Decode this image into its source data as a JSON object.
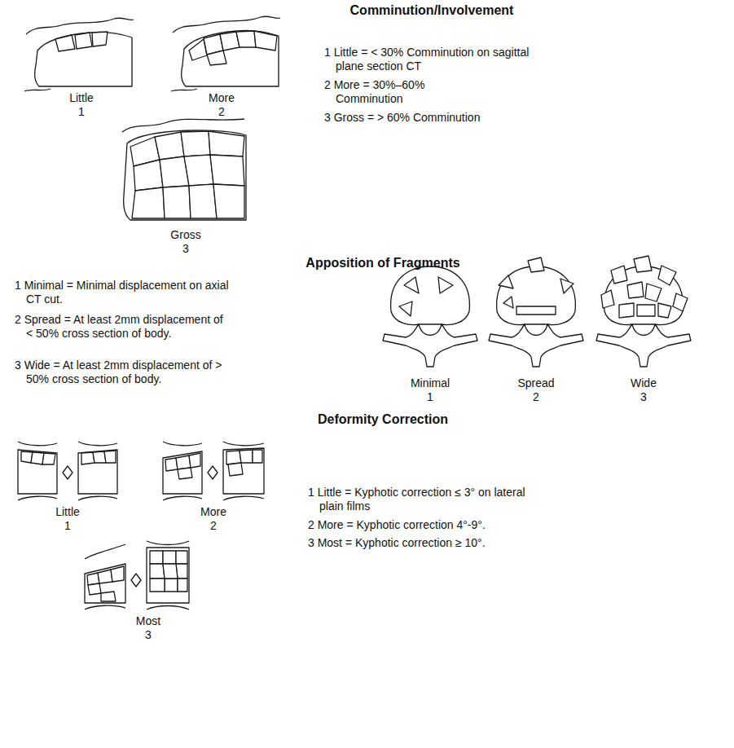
{
  "diagram": {
    "labels": [
      "Comminution/Involvement",
      "Little",
      "1",
      "More",
      "2",
      "Gross",
      "3",
      "1 Little = < 30% Comminution on sagittal plane section CT",
      "2 More = 30%–60% Comminution",
      "3 Gross = > 60% Comminution",
      "Apposition of Fragments",
      "1 Minimal = Minimal displacement on axial CT cut.",
      "2 Spread = At least 2mm displacement of < 50% cross section of body.",
      "3 Wide = At least 2mm displacement of > 50% cross section of body.",
      "Minimal",
      "1",
      "Spread",
      "2",
      "Wide",
      "3",
      "Deformity Correction",
      "Little",
      "1",
      "More",
      "2",
      "Most",
      "3",
      "1 Little = Kyphotic correction ≤ 3° on lateral plain films",
      "2 More = Kyphotic correction 4°-9°.",
      "3 Most = Kyphotic correction ≥ 10°."
    ]
  }
}
